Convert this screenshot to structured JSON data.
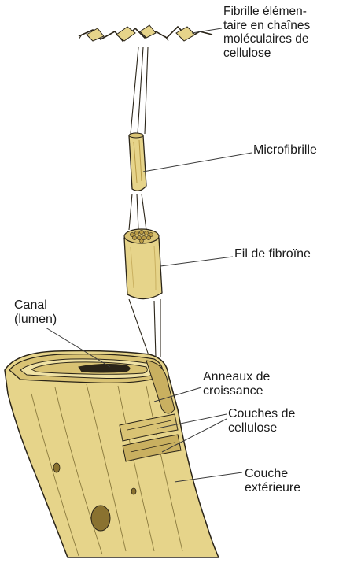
{
  "labels": {
    "elementary_fibril": "Fibrille élémen-\ntaire en chaînes\nmoléculaires de\ncellulose",
    "microfibril": "Microfibrille",
    "fibroin_thread": "Fil de fibroïne",
    "canal": "Canal\n(lumen)",
    "growth_rings": "Anneaux de\ncroissance",
    "cellulose_layers": "Couches de\ncellulose",
    "outer_layer": "Couche\nextérieure"
  },
  "colors": {
    "fiber_fill": "#e6d48a",
    "fiber_light": "#f0e2a4",
    "fiber_dark": "#b89a45",
    "ink": "#2a2418",
    "leader_line": "#3a3a3a"
  }
}
